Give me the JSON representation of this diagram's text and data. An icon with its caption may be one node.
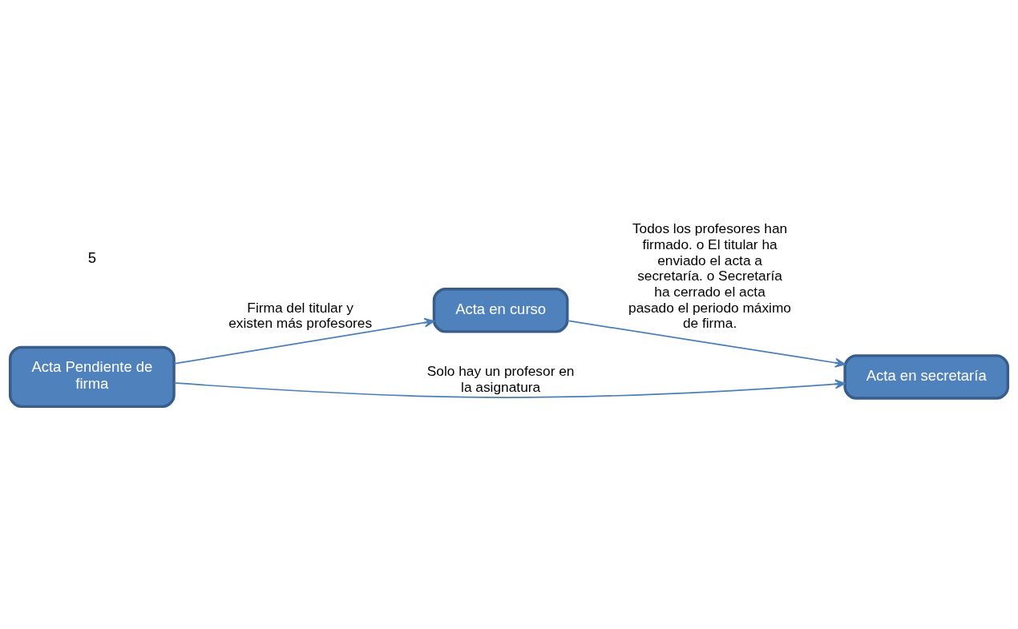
{
  "diagram": {
    "nodes": [
      {
        "text": [
          "Acta Pendiente de firma"
        ]
      },
      {
        "text": [
          "Acta en curso"
        ]
      },
      {
        "text": [
          "Acta en secretaría"
        ]
      }
    ],
    "edges": [
      {
        "from": 0,
        "to": 1,
        "arrow": "to",
        "label": "Firma del titular y existen más profesores"
      },
      {
        "from": 1,
        "to": 2,
        "arrow": "to",
        "label": "Todos los profesores han firmado. o El titular ha enviado el acta a secretaría. o Secretaría ha cerrado el acta pasado el periodo máximo de firma."
      },
      {
        "from": 0,
        "to": 2,
        "arrow": "to",
        "label": "Solo hay un profesor en la asignatura"
      }
    ],
    "labels": [
      "5"
    ]
  }
}
